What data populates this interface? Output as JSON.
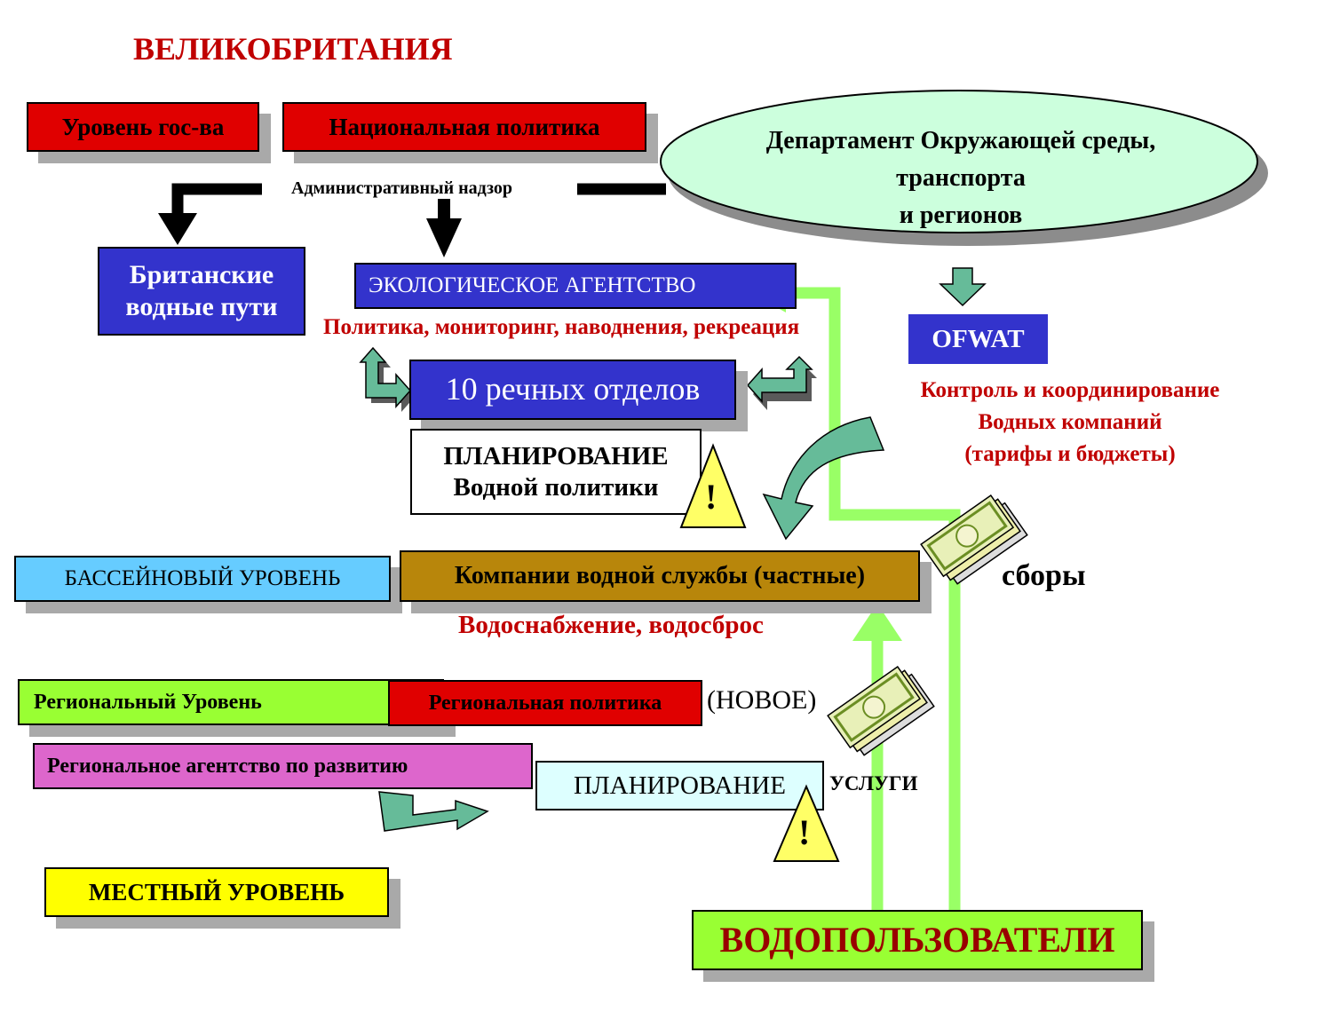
{
  "title": "ВЕЛИКОБРИТАНИЯ",
  "state_level": "Уровень гос-ва",
  "national_policy": "Национальная политика",
  "department": {
    "line1": "Департамент Окружающей среды,",
    "line2": "транспорта",
    "line3": "и регионов"
  },
  "admin_supervision": "Административный надзор",
  "british_waterways": {
    "line1": "Британские",
    "line2": "водные пути"
  },
  "environment_agency": "ЭКОЛОГИЧЕСКОЕ АГЕНТСТВО",
  "agency_functions": "Политика, мониторинг, наводнения, рекреация",
  "river_departments": "10 речных отделов",
  "water_policy_planning": {
    "line1": "ПЛАНИРОВАНИЕ",
    "line2": "Водной политики"
  },
  "warning_symbol": "!",
  "ofwat": "OFWAT",
  "ofwat_functions": {
    "line1": "Контроль и координирование",
    "line2": "Водных компаний",
    "line3": "(тарифы и бюджеты)"
  },
  "basin_level": "БАССЕЙНОВЫЙ УРОВЕНЬ",
  "water_companies": "Компании водной службы (частные)",
  "companies_functions": "Водоснабжение, водосброс",
  "fees": "сборы",
  "regional_level": "Региональный Уровень",
  "regional_policy": "Региональная политика",
  "new_label": "(НОВОЕ)",
  "regional_agency": "Региональное агентство по развитию",
  "planning": "ПЛАНИРОВАНИЕ",
  "services": "УСЛУГИ",
  "local_level": "МЕСТНЫЙ УРОВЕНЬ",
  "water_users": "ВОДОПОЛЬЗОВАТЕЛИ",
  "colors": {
    "red_box": "#e00000",
    "blue_box": "#3333cc",
    "light_blue": "#66ccff",
    "gold": "#b8860b",
    "lime": "#99ff33",
    "magenta": "#dd66cc",
    "yellow": "#ffff00",
    "ellipse": "#ccffdd",
    "arrow_green": "#99ff66",
    "teal_arrow": "#66bb99"
  }
}
